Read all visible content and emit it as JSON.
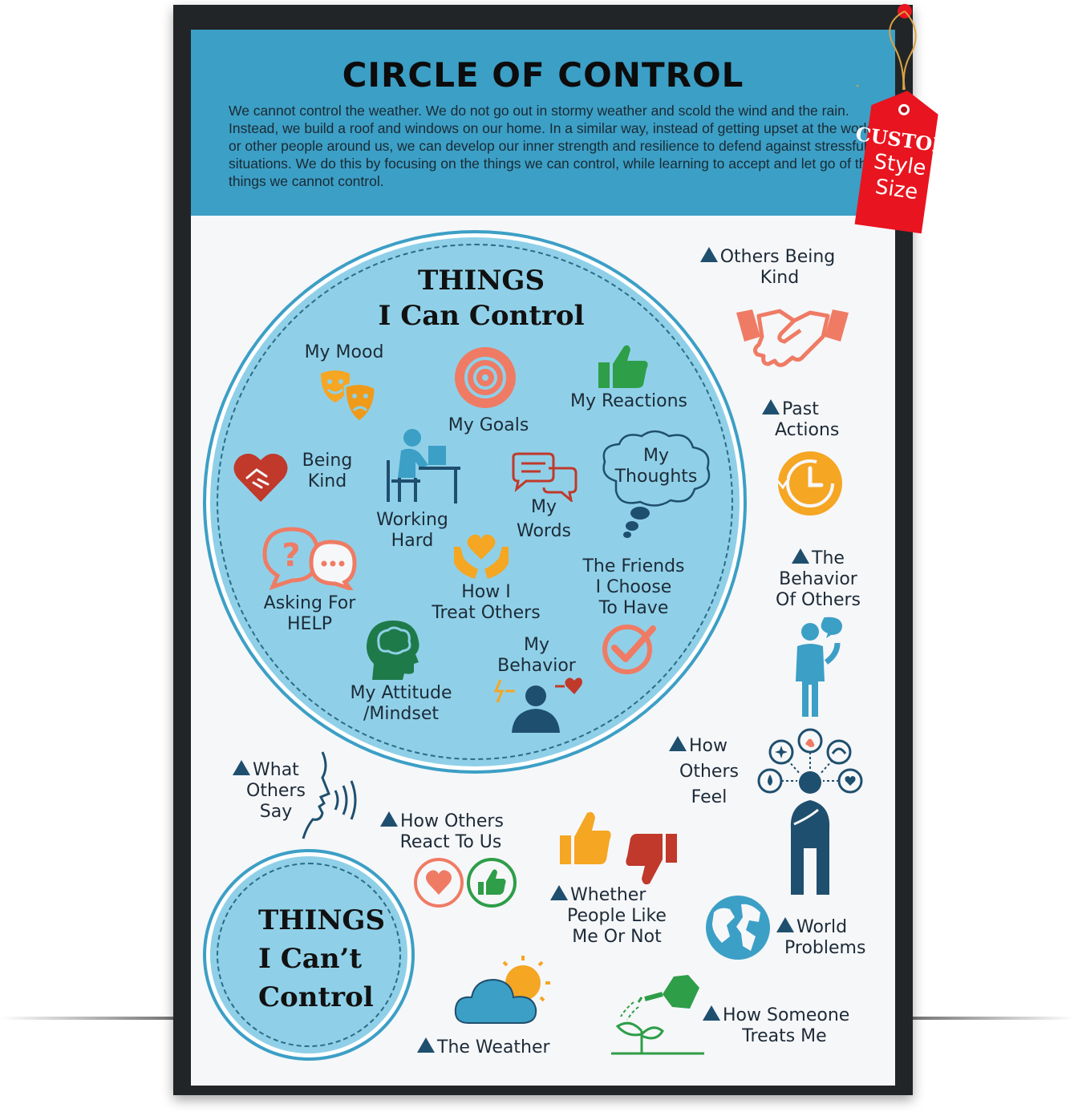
{
  "poster": {
    "title": "CIRCLE OF CONTROL",
    "intro": "We cannot control the weather. We do not go out in stormy weather and scold the wind and the rain. Instead, we build a roof and windows on our home. In a similar way, instead of getting upset at the world or other people around us, we can develop our inner strength and resilience to defend against stressful situations. We do this by focusing on the things we can control, while learning to accept and let go of the things we cannot control."
  },
  "tag": {
    "line1": "CUSTOM",
    "line2": "Style",
    "line3": "Size"
  },
  "can_control": {
    "title_line1": "THINGS",
    "title_line2": "I Can Control",
    "items": {
      "my_mood": "My Mood",
      "my_goals": "My Goals",
      "my_reactions": "My Reactions",
      "being_kind_1": "Being",
      "being_kind_2": "Kind",
      "working_hard_1": "Working",
      "working_hard_2": "Hard",
      "my_words_1": "My",
      "my_words_2": "Words",
      "my_thoughts_1": "My",
      "my_thoughts_2": "Thoughts",
      "asking_help_1": "Asking For",
      "asking_help_2": "HELP",
      "treat_others_1": "How I",
      "treat_others_2": "Treat Others",
      "friends_1": "The Friends",
      "friends_2": "I Choose",
      "friends_3": "To Have",
      "my_behavior_1": "My",
      "my_behavior_2": "Behavior",
      "attitude_1": "My Attitude",
      "attitude_2": "/Mindset"
    }
  },
  "cant_control": {
    "title_line1": "THINGS",
    "title_line2": "I Can’t",
    "title_line3": "Control",
    "items": {
      "others_kind_1": "Others Being",
      "others_kind_2": "Kind",
      "past_actions_1": "Past",
      "past_actions_2": "Actions",
      "behavior_others_1": "The",
      "behavior_others_2": "Behavior",
      "behavior_others_3": "Of Others",
      "others_feel_1": "How",
      "others_feel_2": "Others",
      "others_feel_3": "Feel",
      "others_say_1": "What",
      "others_say_2": "Others",
      "others_say_3": "Say",
      "react_to_us_1": "How Others",
      "react_to_us_2": "React To Us",
      "like_me_1": "Whether",
      "like_me_2": "People Like",
      "like_me_3": "Me Or Not",
      "world_problems_1": "World",
      "world_problems_2": "Problems",
      "weather": "The Weather",
      "someone_treats_1": "How Someone",
      "someone_treats_2": "Treats Me"
    }
  },
  "colors": {
    "header_blue": "#3c9fc6",
    "circle_fill": "#8fd0e8",
    "navy": "#1f4f6e",
    "orange": "#f5a623",
    "salmon": "#ef7b64",
    "red": "#c0392b",
    "green": "#2e9e48",
    "tag_red": "#e8141f"
  },
  "icons": [
    "comedy-tragedy-masks-icon",
    "target-icon",
    "thumbs-up-icon",
    "heart-handshake-icon",
    "person-at-desk-icon",
    "speech-bubbles-icon",
    "thought-cloud-icon",
    "question-chat-icon",
    "heart-hands-icon",
    "checkmark-circle-icon",
    "head-brain-icon",
    "person-mood-icon",
    "handshake-icon",
    "clock-icon",
    "person-talking-icon",
    "person-emotions-icon",
    "speaking-face-icon",
    "heart-thumbs-reaction-icon",
    "thumbs-up-down-icon",
    "globe-icon",
    "sun-cloud-icon",
    "watering-plant-icon",
    "price-tag-icon"
  ]
}
